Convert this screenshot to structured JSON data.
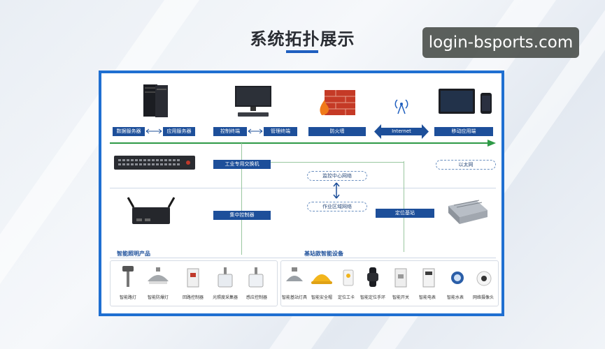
{
  "title": "系统拓扑展示",
  "watermark": "login-bsports.com",
  "top_row": {
    "labels": [
      "数据服务器",
      "应用服务器",
      "控制终端",
      "管理终端",
      "防火墙",
      "Internet",
      "移动应用端"
    ]
  },
  "switch_label": "工业专用交换机",
  "ethernet_label": "以太网",
  "monitor_net_label": "监控中心网络",
  "work_net_label": "作业区域网络",
  "controller_label": "集中控制器",
  "base_station_label": "定位基站",
  "section_lighting": "智能照明产品",
  "section_devices": "基站款智能设备",
  "lighting_items": [
    "智能路灯",
    "智能防爆灯",
    "回路控制器",
    "光照度采集器",
    "感应控制器"
  ],
  "device_items": [
    "智能基站灯具",
    "智能安全帽",
    "定位工卡",
    "智能定位手环",
    "智能开关",
    "智能电表",
    "智能水表",
    "网络摄像头"
  ],
  "colors": {
    "accent": "#1f6fd1",
    "label_bg": "#1d4f9a",
    "arrow": "#2e9a46"
  }
}
